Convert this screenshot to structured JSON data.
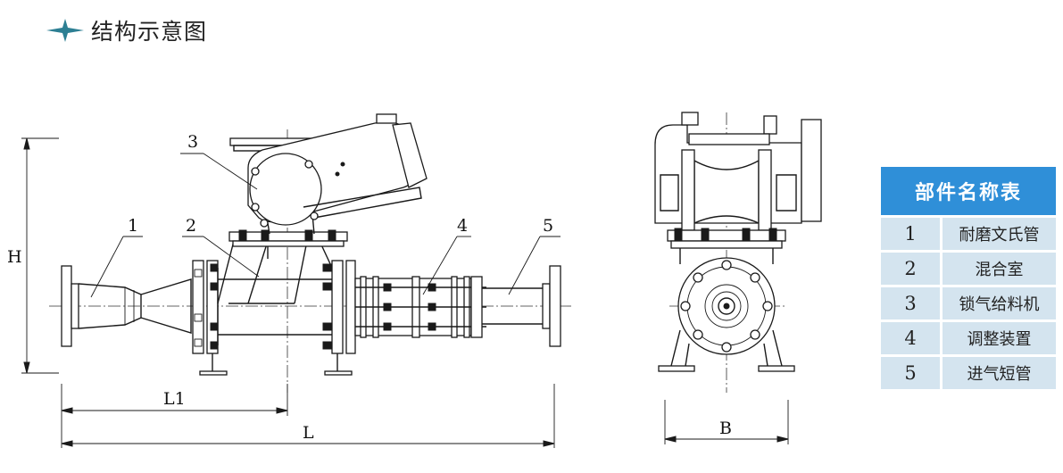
{
  "header": {
    "title": "结构示意图",
    "icon": "four-point-star-icon",
    "accent": "#2d7f93"
  },
  "drawing": {
    "part_callouts": [
      "1",
      "2",
      "3",
      "4",
      "5"
    ],
    "dimensions": {
      "height": "H",
      "length_1": "L1",
      "length": "L",
      "width": "B"
    }
  },
  "parts_table": {
    "title": "部件名称表",
    "header_color": "#2f8fd8",
    "row_color": "#d4e4ef",
    "rows": [
      {
        "num": "1",
        "name": "耐磨文氏管"
      },
      {
        "num": "2",
        "name": "混合室"
      },
      {
        "num": "3",
        "name": "锁气给料机"
      },
      {
        "num": "4",
        "name": "调整装置"
      },
      {
        "num": "5",
        "name": "进气短管"
      }
    ]
  }
}
